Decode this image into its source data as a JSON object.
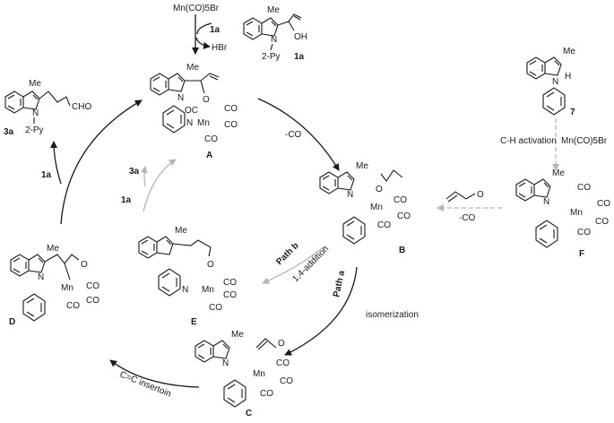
{
  "reagent_top": {
    "text": "Mn(CO)5Br",
    "arrow_in": "1a",
    "arrow_out": "HBr"
  },
  "substrate_1a": {
    "me": "Me",
    "oh": "OH",
    "n_sub": "2-Py",
    "id": "1a"
  },
  "product_3a": {
    "me": "Me",
    "cho": "CHO",
    "n_sub": "2-Py",
    "id": "3a"
  },
  "complex_A": {
    "id": "A",
    "me": "Me",
    "n": "N",
    "o": "O",
    "mn": "Mn",
    "co1": "OC",
    "co2": "CO",
    "co3": "CO",
    "co4": "CO"
  },
  "complex_B": {
    "id": "B",
    "me": "Me",
    "n": "N",
    "o": "O",
    "mn": "Mn",
    "co1": "CO",
    "co2": "CO",
    "co3": "CO"
  },
  "complex_C": {
    "id": "C",
    "me": "Me",
    "n": "N",
    "o": "O",
    "mn": "Mn",
    "co1": "CO",
    "co2": "CO",
    "co3": "CO"
  },
  "complex_D": {
    "id": "D",
    "me": "Me",
    "n": "N",
    "o": "O",
    "mn": "Mn",
    "co1": "CO",
    "co2": "CO",
    "co3": "CO"
  },
  "complex_E": {
    "id": "E",
    "me": "Me",
    "n": "N",
    "o": "O",
    "mn": "Mn",
    "co1": "CO",
    "co2": "CO",
    "co3": "CO"
  },
  "complex_F": {
    "id": "F",
    "me": "Me",
    "n": "N",
    "mn": "Mn",
    "co1": "CO",
    "co2": "CO",
    "co3": "CO",
    "co4": "CO"
  },
  "compound_7": {
    "id": "7",
    "me": "Me",
    "n": "N",
    "h": "H"
  },
  "arrows": {
    "a_to_b": "-CO",
    "path_a": "Path a",
    "isomerization": "isomerization",
    "path_b": "Path b",
    "addition": "1,4-addition",
    "insertion": "C=C insertoin",
    "f_to_b": "-CO",
    "ch_activation": "C-H activation",
    "ch_reagent": "Mn(CO)5Br",
    "d_to_3a_reagent": "1a",
    "d_to_3a_product": "3a",
    "e_to_3a_reagent": "1a",
    "e_to_3a_product": "3a"
  },
  "colors": {
    "ink": "#1a1a1a",
    "gray_arrow": "#b5b5b5"
  }
}
